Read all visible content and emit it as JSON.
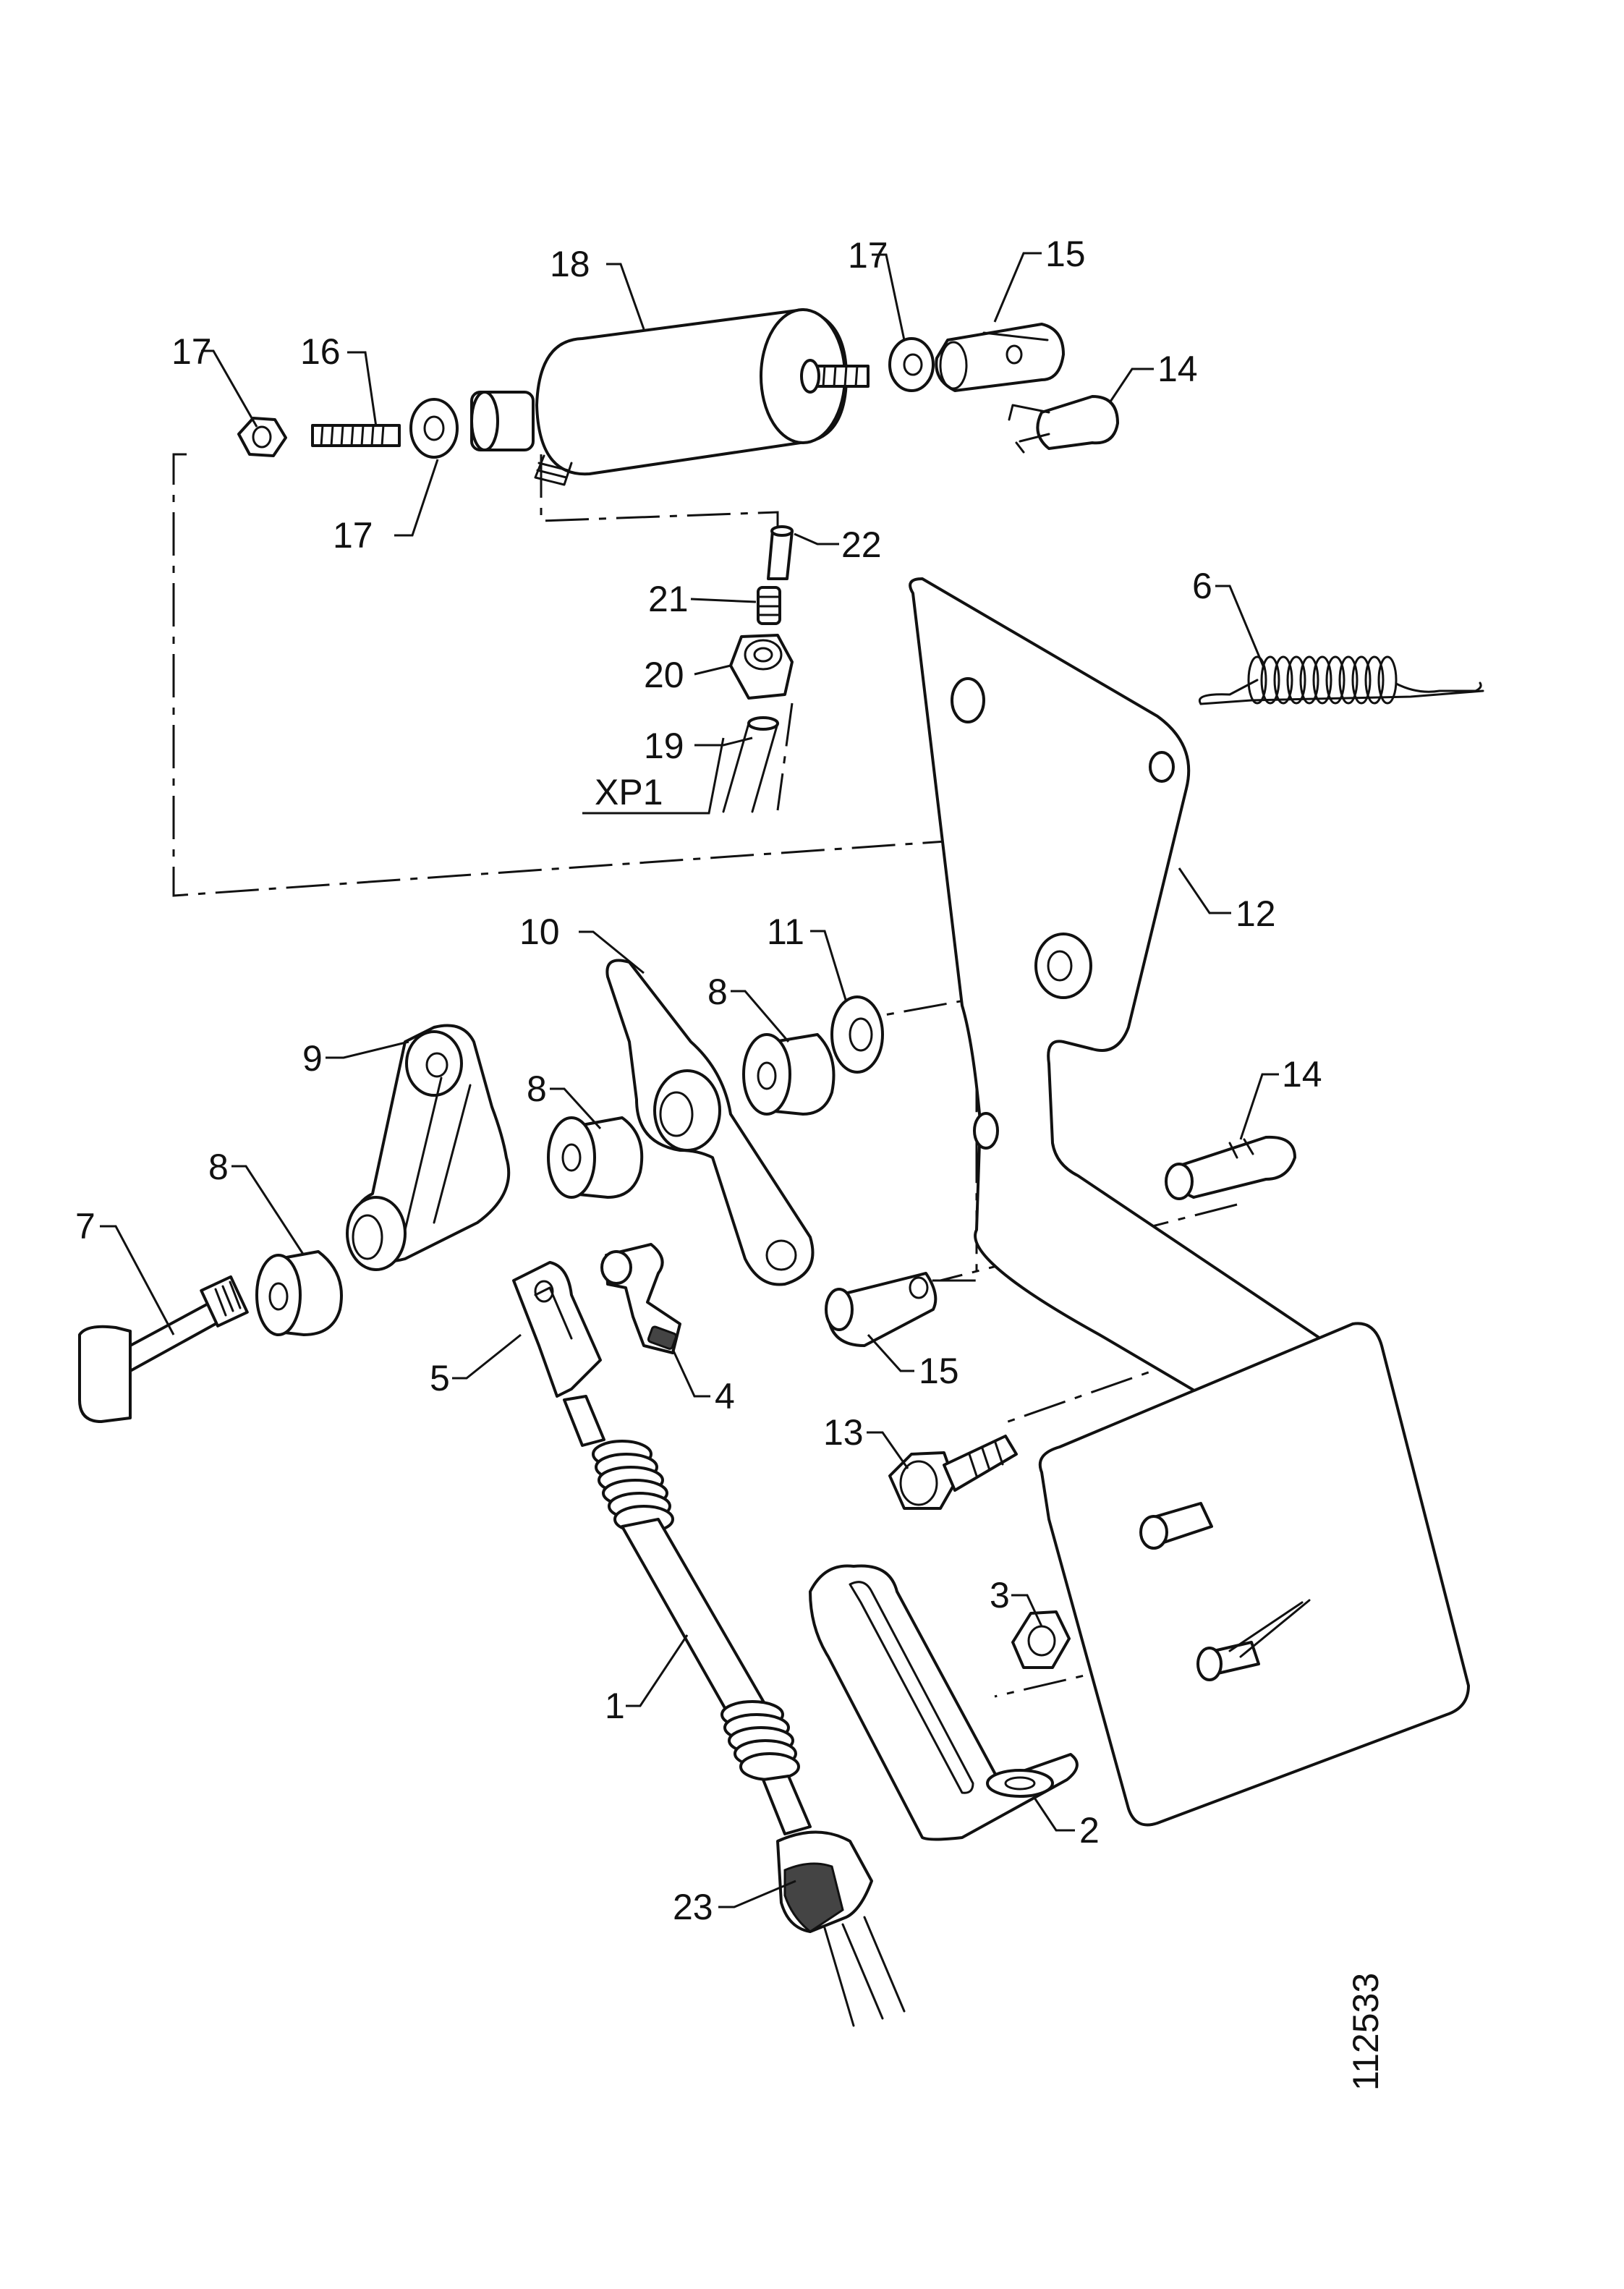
{
  "diagram": {
    "drawing_number": "112533",
    "callouts": {
      "p1": "1",
      "p2": "2",
      "p3": "3",
      "p4": "4",
      "p5": "5",
      "p6": "6",
      "p7": "7",
      "p8a": "8",
      "p8b": "8",
      "p8c": "8",
      "p9": "9",
      "p10": "10",
      "p11": "11",
      "p12": "12",
      "p13": "13",
      "p14a": "14",
      "p14b": "14",
      "p15a": "15",
      "p15b": "15",
      "p16": "16",
      "p17a": "17",
      "p17b": "17",
      "p17c": "17",
      "p18": "18",
      "p19": "19",
      "p20": "20",
      "p21": "21",
      "p22": "22",
      "p23": "23",
      "xp1": "XP1"
    }
  }
}
